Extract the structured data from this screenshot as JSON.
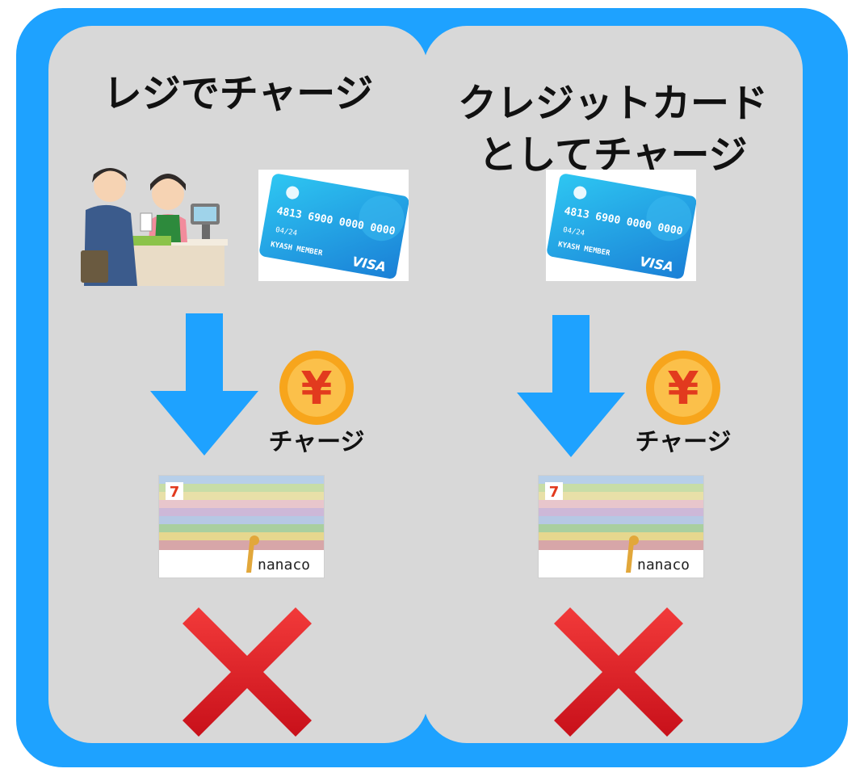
{
  "colors": {
    "frame": "#1ea2ff",
    "panel": "#d8d8d8",
    "arrow": "#1ea2ff",
    "cross": "#e11a24",
    "yen_coin": "#f7a51c"
  },
  "left_panel": {
    "title": "レジでチャージ",
    "charge_label": "チャージ",
    "result": "cross-icon"
  },
  "right_panel": {
    "title_line1": "クレジットカード",
    "title_line2": "としてチャージ",
    "charge_label": "チャージ",
    "result": "cross-icon"
  },
  "credit_card": {
    "number": "4813 6900 0000 0000",
    "valid": "04/24",
    "holder": "KYASH MEMBER",
    "brand": "VISA"
  },
  "nanaco_card": {
    "logo_text": "nanaco"
  },
  "icons": {
    "coin": "yen-coin-icon",
    "arrow": "down-arrow-icon",
    "cashier": "cashier-illustration"
  }
}
